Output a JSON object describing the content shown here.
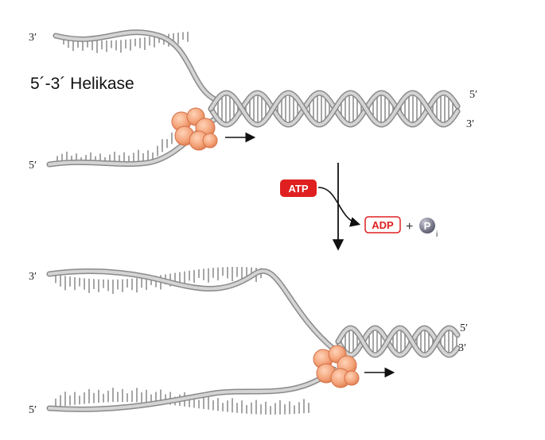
{
  "diagram": {
    "title": "5´-3´ Helikase",
    "top_panel": {
      "strand_top_end": "3′",
      "strand_bottom_end": "5′",
      "duplex_top_end": "5′",
      "duplex_bottom_end": "3′"
    },
    "bottom_panel": {
      "strand_top_end": "3′",
      "strand_bottom_end": "5′",
      "duplex_top_end": "5′",
      "duplex_bottom_end": "3′"
    },
    "reaction": {
      "substrate": "ATP",
      "product": "ADP",
      "plus": "+",
      "phosphate": "P",
      "phosphate_sub": "i"
    },
    "colors": {
      "strand": "#bcbcbc",
      "strand_edge": "#8a8a8a",
      "rung": "#8f8f8f",
      "helicase": "#f4a57c",
      "helicase_dark": "#e07a4c",
      "atp_fill": "#e02020",
      "adp_stroke": "#e02020",
      "pi_fill": "#7e7e90"
    }
  }
}
